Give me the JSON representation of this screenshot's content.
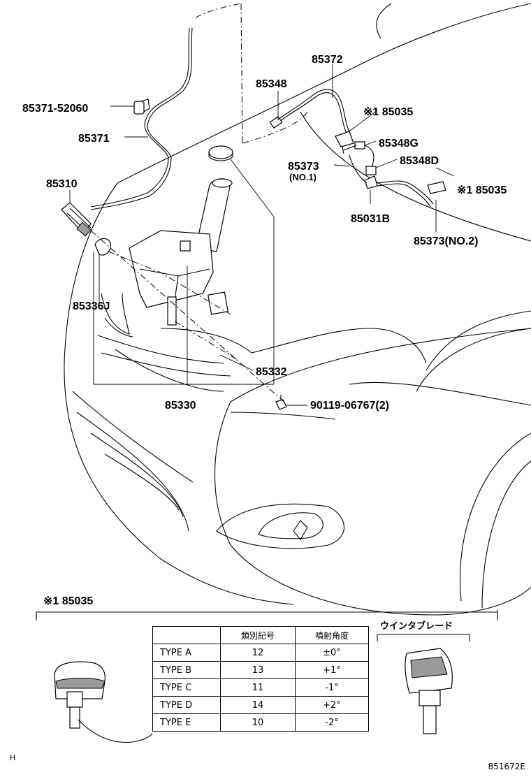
{
  "labels": {
    "p85371_52060": "85371-52060",
    "p85371": "85371",
    "p85310": "85310",
    "p85348": "85348",
    "p85372": "85372",
    "p85035_a": "※1 85035",
    "p85348G": "85348G",
    "p85373": "85373",
    "p85373_no1": "(NO.1)",
    "p85348D": "85348D",
    "p85035_b": "※1 85035",
    "p85031B": "85031B",
    "p85373_no2": "85373(NO.2)",
    "p85336J": "85336J",
    "p85332": "85332",
    "p85330": "85330",
    "p90119": "90119-06767(2)"
  },
  "detail": {
    "title": "※1  85035",
    "blade_caption": "ウインタブレード"
  },
  "table": {
    "headers": [
      "",
      "類別記号",
      "噴射角度"
    ],
    "rows": [
      [
        "TYPE A",
        "12",
        "±0°"
      ],
      [
        "TYPE B",
        "13",
        "+1°"
      ],
      [
        "TYPE C",
        "11",
        "-1°"
      ],
      [
        "TYPE D",
        "14",
        "+2°"
      ],
      [
        "TYPE E",
        "10",
        "-2°"
      ]
    ]
  },
  "footer": {
    "left_mark": "H",
    "figure_id": "851672E"
  }
}
